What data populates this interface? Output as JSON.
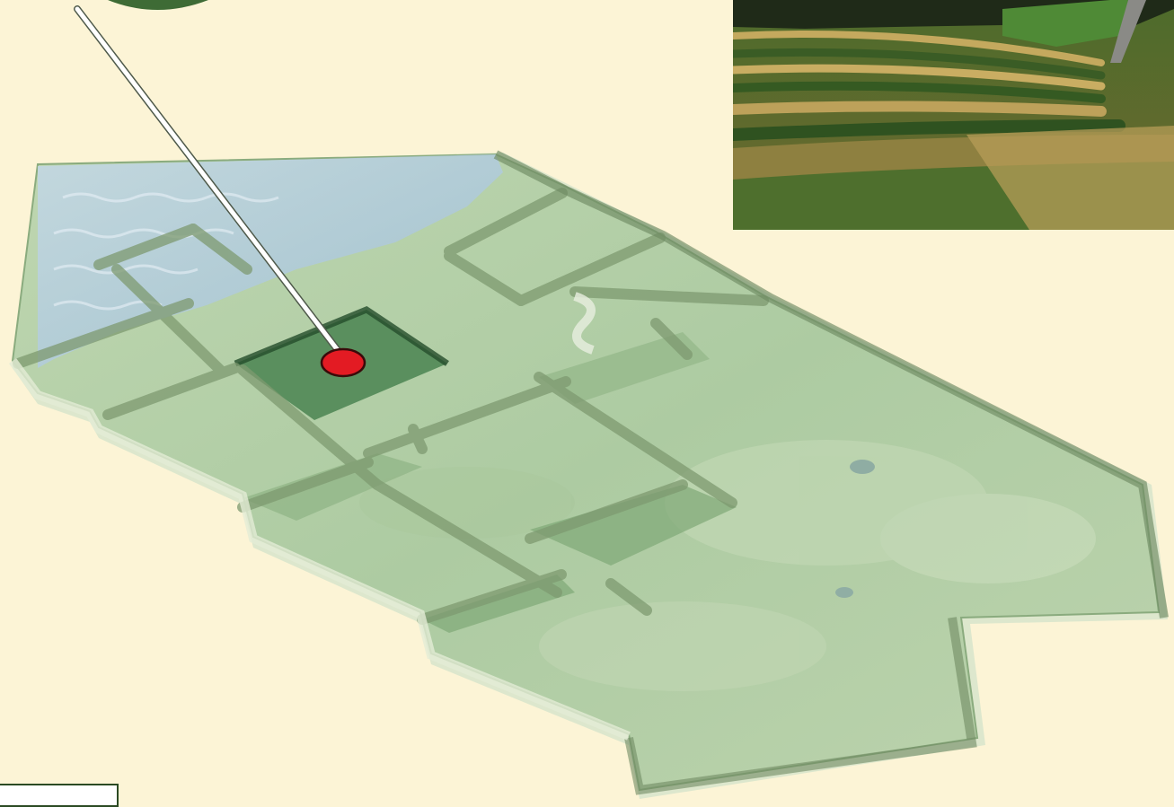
{
  "colors": {
    "background": "#fcf4d6",
    "water": "#a9c4da",
    "land": "#b2cfa8",
    "land_dark": "#5f8f5c",
    "wall": "#9bb58e",
    "wall_shadow": "#6f8a62",
    "highlight_region": "#3f7a48",
    "marker": "#e31b23",
    "pointer": "#ffffff",
    "photo_sky_forest": "#2d3a22",
    "photo_field_light": "#b8a25a",
    "photo_field_green": "#3f6a2a"
  },
  "icons": {
    "marker": "location-dot-icon",
    "pointer": "callout-line",
    "leaf": "leaf-callout-icon"
  },
  "map": {
    "style": "3d-relief-regions",
    "highlighted_region": "dark-green-rectangle"
  },
  "photo": {
    "subject": "mown-hayfield-rows"
  }
}
